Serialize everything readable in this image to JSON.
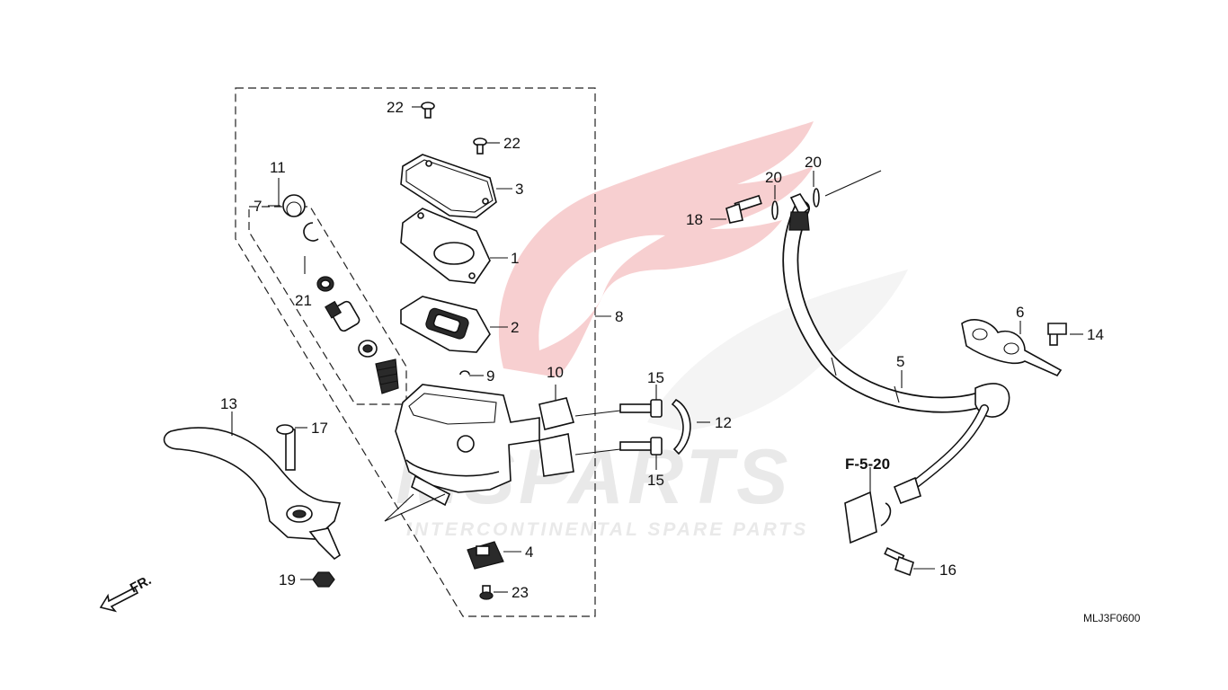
{
  "watermark": {
    "brand": "MSPARTS",
    "tagline": "INTERCONTINENTAL SPARE PARTS",
    "color": "#d9262a"
  },
  "labels": {
    "p1": "1",
    "p2": "2",
    "p3": "3",
    "p4": "4",
    "p5": "5",
    "p6": "6",
    "p7": "7",
    "p8": "8",
    "p9": "9",
    "p10": "10",
    "p11": "11",
    "p12": "12",
    "p13": "13",
    "p14": "14",
    "p15a": "15",
    "p15b": "15",
    "p16": "16",
    "p17": "17",
    "p18": "18",
    "p19": "19",
    "p20a": "20",
    "p20b": "20",
    "p21": "21",
    "p22a": "22",
    "p22b": "22",
    "p23": "23"
  },
  "reference": "F-5-20",
  "front_arrow": "FR.",
  "diagram_code": "MLJ3F0600"
}
